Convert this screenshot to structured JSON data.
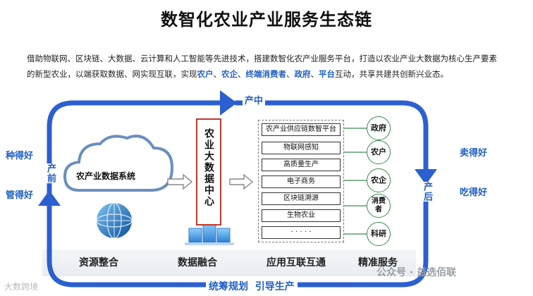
{
  "title": "数智化农业产业服务生态链",
  "intro": {
    "line1": "借助物联网、区块链、大数据、云计算和人工智能等先进技术，搭建数智化农产业服务平台，打造以农业产业大数据为核心生产要素",
    "line2_prefix": "的新型农业，以端获取数据、网实现互联，实现",
    "hl1": "农户",
    "sep1": "、",
    "hl2": "农企",
    "sep2": "、",
    "hl3": "终端消费者",
    "sep3": "、",
    "hl4": "政府",
    "sep4": "、",
    "hl5": "平台",
    "line2_suffix": "互动，共享共建共创新兴业态。"
  },
  "cycle": {
    "top": "产中",
    "left_vertical": "产前",
    "right_vertical": "产后",
    "left_upper": "种得好",
    "left_lower": "管得好",
    "right_upper": "卖得好",
    "right_lower": "吃得好"
  },
  "cloud_label": "农产业数据系统",
  "bigdata_center": "农业大数据中心",
  "applications": [
    "农产业供应链数智平台",
    "物联网感知",
    "高质量生产",
    "电子商务",
    "区块链溯源",
    "生物农业",
    "· · · · ·"
  ],
  "stakeholders": [
    "政府",
    "农户",
    "农企",
    "消费者",
    "科研"
  ],
  "bottom_labels": [
    "资源整合",
    "数据融合",
    "应用互联互通",
    "精准服务"
  ],
  "bottom_blue": "统筹规划  引导生产",
  "watermark_left": "大数跨境",
  "watermark_right": "公众号 · 益选佰联",
  "colors": {
    "accent": "#1f5fc4",
    "green": "#3a8a4c",
    "red_box": "#c0392b"
  },
  "icons": [
    "cloud-icon",
    "globe-icon",
    "server-icon",
    "hollow-arrow-icon"
  ]
}
